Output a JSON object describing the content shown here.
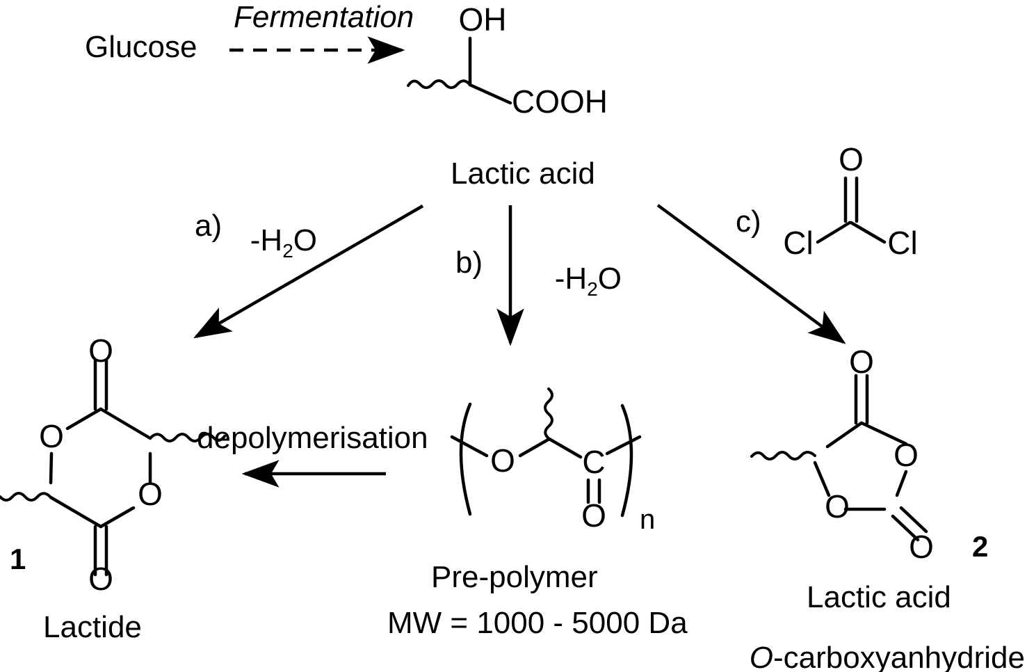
{
  "scheme": {
    "title_present": false,
    "ink_color": "#000000",
    "background_color": "#ffffff"
  },
  "top_row": {
    "start_material": "Glucose",
    "process_label": "Fermentation",
    "arrow_style": "dashed",
    "product_label": "Lactic acid",
    "product_atoms": {
      "hydroxyl": "OH",
      "carboxyl": "COOH"
    }
  },
  "routes": [
    {
      "key": "a",
      "label": "a)",
      "reagent": "-H",
      "reagent_sub": "2",
      "reagent_tail": "O",
      "direction": "down-left",
      "product_ref": "lactide"
    },
    {
      "key": "b",
      "label": "b)",
      "reagent": "-H",
      "reagent_sub": "2",
      "reagent_tail": "O",
      "direction": "down",
      "product_ref": "prepolymer"
    },
    {
      "key": "c",
      "label": "c)",
      "reagent_structure": "phosgene",
      "reagent_atoms": {
        "carbonyl_oxygen": "O",
        "chlorine_left": "Cl",
        "chlorine_right": "Cl"
      },
      "direction": "down-right",
      "product_ref": "oca"
    }
  ],
  "products": {
    "lactide": {
      "number": "1",
      "name": "Lactide",
      "ring_atoms": {
        "o_upper_left": "O",
        "o_lower_right": "O",
        "carbonyl_top": "O",
        "carbonyl_bottom": "O"
      }
    },
    "prepolymer": {
      "name": "Pre-polymer",
      "detail": "MW = 1000 - 5000 Da",
      "repeat_subscript": "n",
      "unit_atoms": {
        "ester_oxygen": "O",
        "carbon": "C",
        "carbonyl_oxygen": "O"
      }
    },
    "oca": {
      "number": "2",
      "name_line1": "Lactic acid",
      "name_prefix_italic": "O",
      "name_line2_rest": "-carboxyanhydride",
      "ring_atoms": {
        "o_ring_right": "O",
        "o_ring_bottom_left": "O",
        "carbonyl_top": "O",
        "carbonyl_bottom_right": "O"
      }
    }
  },
  "interconversion": {
    "label": "depolymerisation",
    "direction": "right-to-left",
    "from": "prepolymer",
    "to": "lactide"
  }
}
